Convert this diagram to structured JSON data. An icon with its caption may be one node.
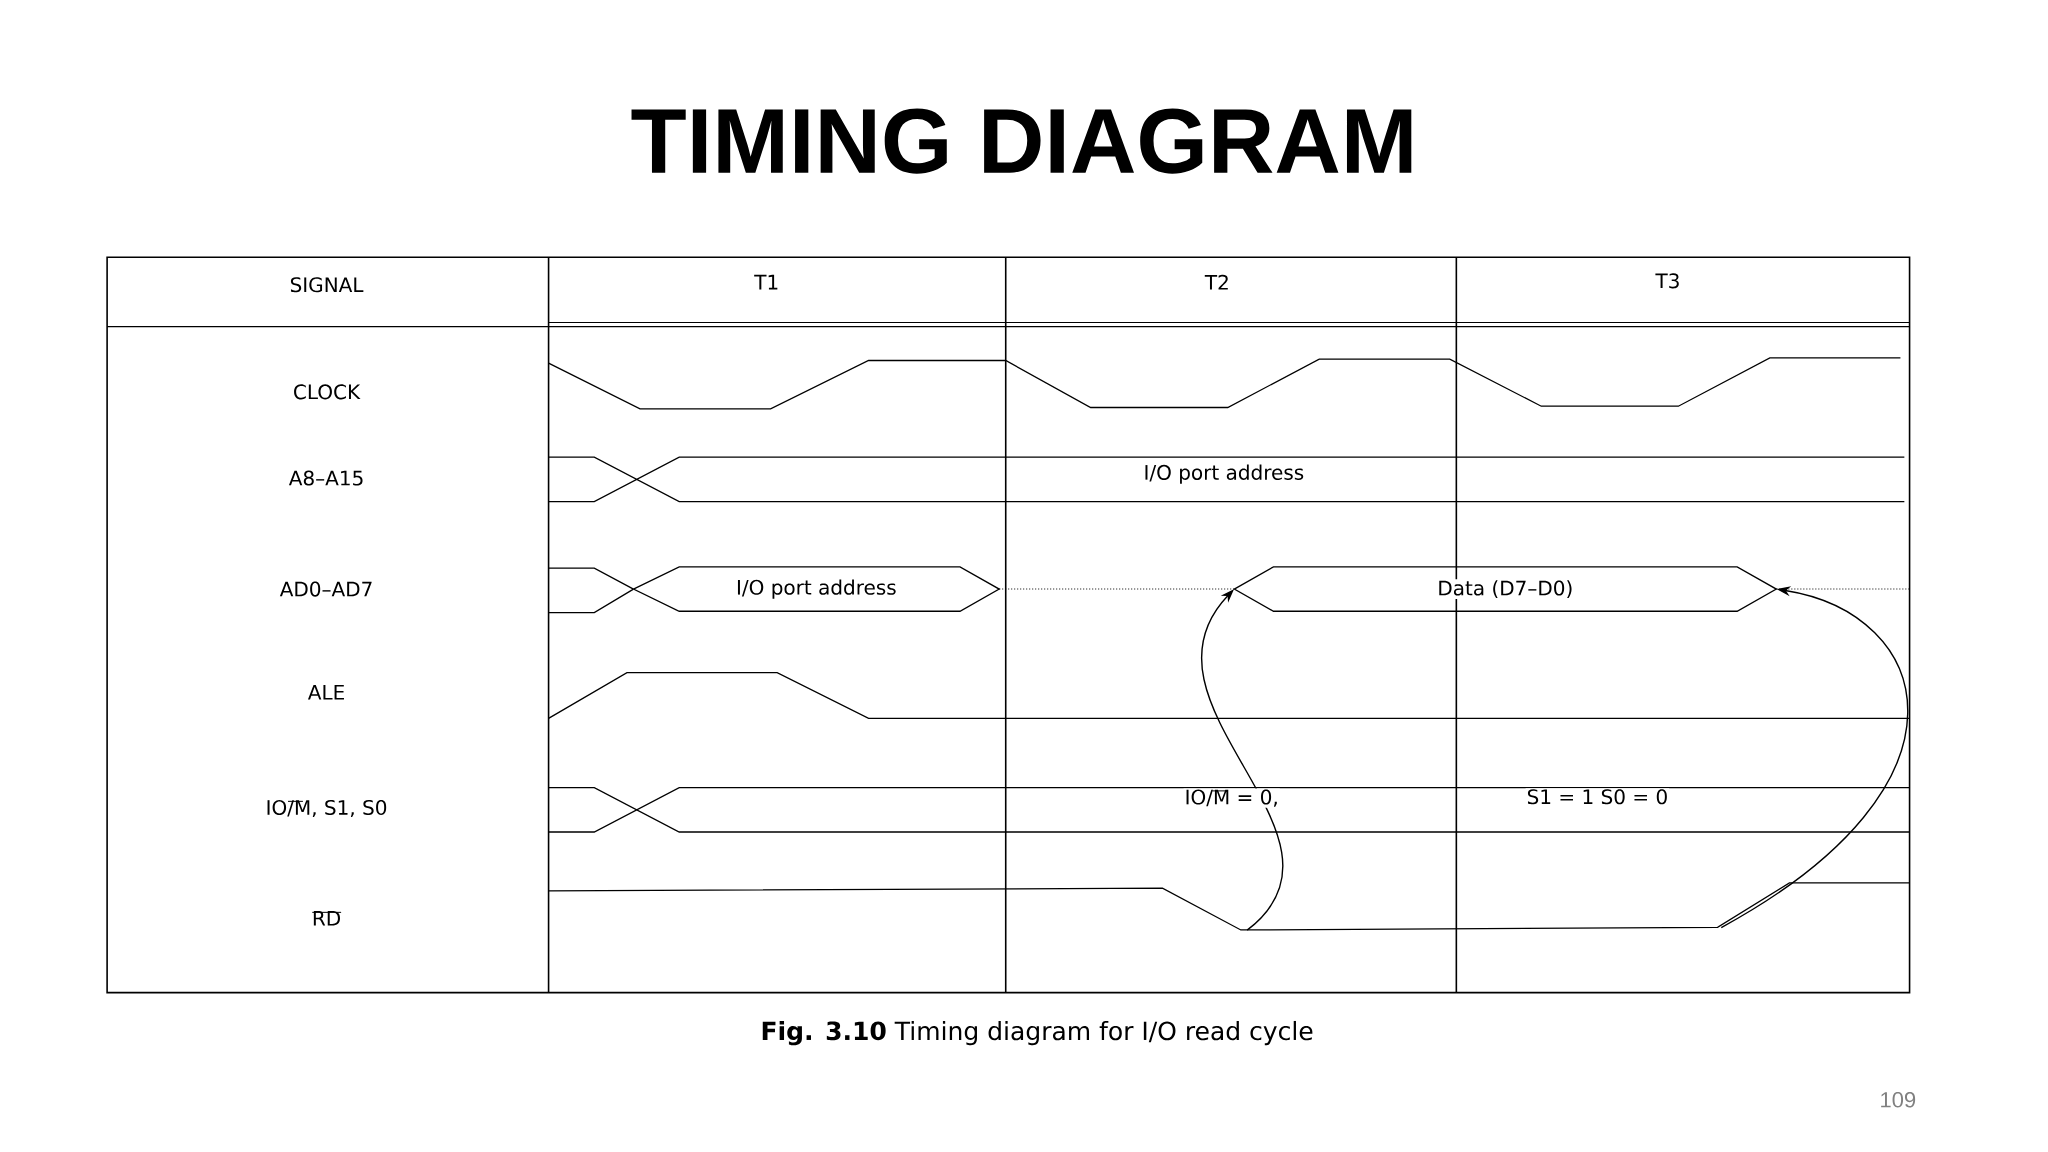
{
  "diagram": {
    "title": "TIMING DIAGRAM",
    "caption": "**Fig. 3.10**    Timing diagram for I/O read cycle",
    "nodes": [
      {
        "text": [
          "I/O port address"
        ]
      },
      {
        "text": [
          "Data (D7–D0)"
        ]
      },
      {
        "text": [],
        "shape": "line"
      }
    ],
    "edges": [
      {
        "from": 2,
        "to": 1,
        "arrow": "to"
      },
      {
        "from": 2,
        "to": 1,
        "arrow": "to"
      }
    ],
    "labels": [
      "SIGNAL",
      "T1",
      "T2",
      "T3",
      "CLOCK",
      "A8–A15",
      "I/O port address",
      "AD0–AD7",
      "ALE",
      "IO/M, S1, S0",
      "IO/M = 0,",
      "S1 = 1 S0 = 0",
      "RD",
      "109"
    ]
  }
}
